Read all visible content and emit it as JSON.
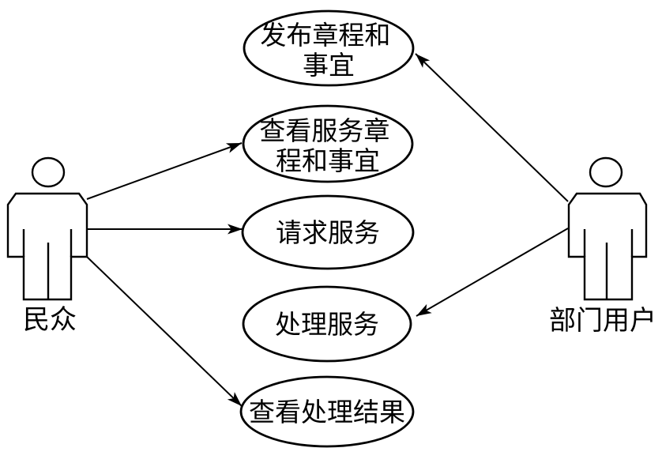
{
  "diagram": {
    "type": "uml-use-case-diagram",
    "background_color": "#ffffff",
    "stroke_color": "#000000",
    "text_color": "#000000"
  },
  "actors": [
    {
      "id": "citizen",
      "label": "民众",
      "side": "left"
    },
    {
      "id": "department-user",
      "label": "部门用户",
      "side": "right"
    }
  ],
  "use_cases": [
    {
      "id": "publish-charter",
      "label": "发布章程和事宜",
      "line1": "发布章程和",
      "line2": "事宜"
    },
    {
      "id": "view-service-charter",
      "label": "查看服务章程和事宜",
      "line1": "查看服务章",
      "line2": "程和事宜"
    },
    {
      "id": "request-service",
      "label": "请求服务",
      "line1": "请求服务"
    },
    {
      "id": "handle-service",
      "label": "处理服务",
      "line1": "处理服务"
    },
    {
      "id": "view-result",
      "label": "查看处理结果",
      "line1": "查看处理结果"
    }
  ],
  "associations": [
    {
      "from": "民众",
      "to": "查看服务章程和事宜",
      "arrow": "to-use-case"
    },
    {
      "from": "民众",
      "to": "请求服务",
      "arrow": "to-use-case"
    },
    {
      "from": "民众",
      "to": "查看处理结果",
      "arrow": "to-use-case"
    },
    {
      "from": "部门用户",
      "to": "发布章程和事宜",
      "arrow": "to-use-case"
    },
    {
      "from": "部门用户",
      "to": "处理服务",
      "arrow": "to-use-case"
    }
  ]
}
